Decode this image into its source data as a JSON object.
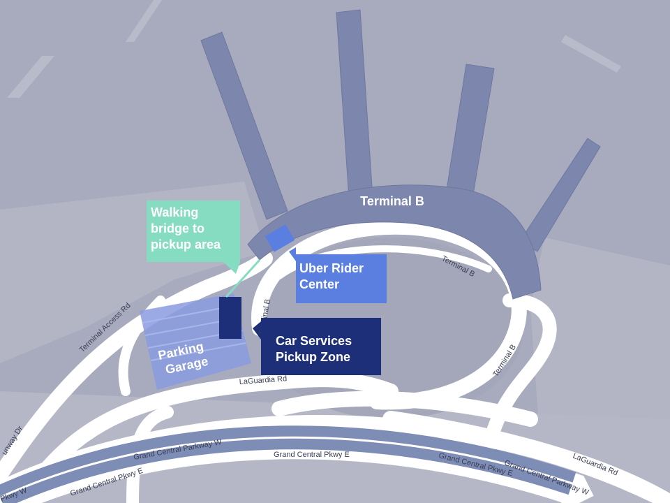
{
  "terminal": {
    "name": "Terminal B"
  },
  "callouts": {
    "walking_bridge": [
      "Walking",
      "bridge to",
      "pickup area"
    ],
    "uber_center": [
      "Uber Rider",
      "Center"
    ],
    "car_services": [
      "Car Services",
      "Pickup Zone"
    ],
    "parking_garage": [
      "Parking",
      "Garage"
    ]
  },
  "roads": {
    "terminal_access": "Terminal Access Rd",
    "terminal_b_left": "Terminal B",
    "terminal_b_top": "Terminal B",
    "terminal_b_right": "Terminal B",
    "laguardia_rd": "LaGuardia Rd",
    "laguardia_rd_east": "LaGuardia Rd",
    "gcp_w_top": "Grand Central Parkway W",
    "gcp_e_mid": "Grand Central Pkwy E",
    "gcp_e_left": "Grand Central Pkwy E",
    "gcp_e_right": "Grand Central Pkwy E",
    "gcp_w_right": "Grand Central Parkway W",
    "gcp_w_left": "Pkwy W",
    "runway_dr": "unway Dr"
  },
  "colors": {
    "background": "#a8abbd",
    "building": "#7d86ad",
    "road": "#ffffff",
    "walkway_callout": "#86dcc0",
    "uber_callout": "#5a7fe0",
    "car_services_callout": "#1c2f78",
    "parking_garage": "#8a9be0"
  }
}
